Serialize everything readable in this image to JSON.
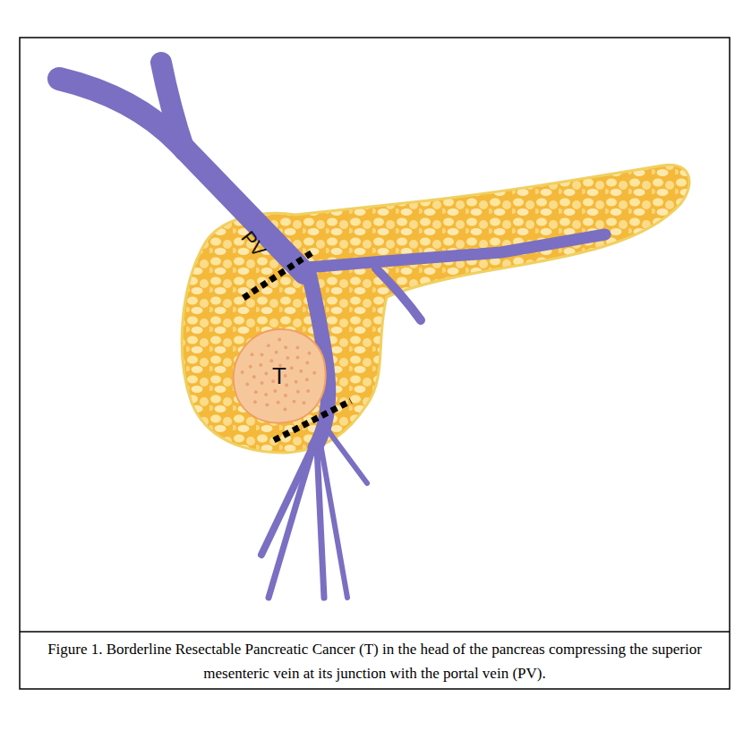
{
  "diagram": {
    "caption": "Figure 1. Borderline Resectable Pancreatic Cancer (T) in the head of the pancreas compressing the superior mesenteric vein at its junction with the portal vein (PV).",
    "nodes": [
      {
        "text": [
          "T"
        ]
      }
    ],
    "labels": [
      "PV"
    ]
  }
}
